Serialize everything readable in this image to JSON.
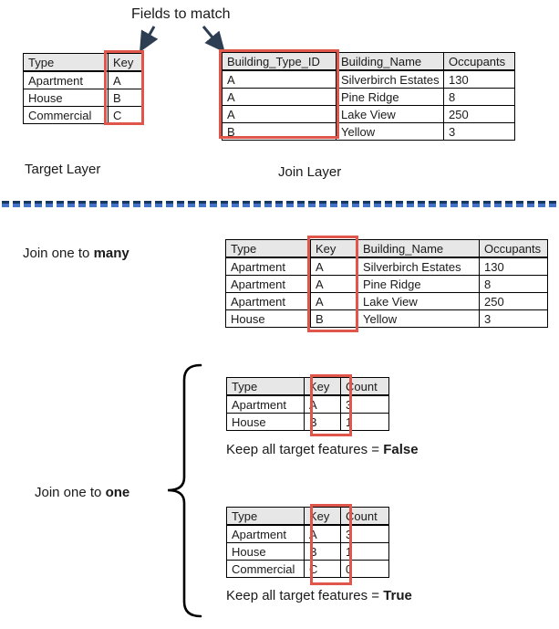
{
  "title": "Fields to match",
  "labels": {
    "target_layer": "Target Layer",
    "join_layer": "Join Layer",
    "join_many_prefix": "Join one to ",
    "join_many_bold": "many",
    "join_one_prefix": "Join one to ",
    "join_one_bold": "one",
    "keep_false_prefix": "Keep all target features = ",
    "keep_false_bold": "False",
    "keep_true_prefix": "Keep all target features = ",
    "keep_true_bold": "True"
  },
  "colors": {
    "highlight_red": "#E0564A",
    "table_header_gray": "#E7E7E7",
    "arrow_navy": "#2E3E52",
    "divider_dark_navy": "#17375E",
    "divider_blue": "#4472C4"
  },
  "icons": {
    "left_arrow": "down-left-arrow-icon",
    "right_arrow": "down-right-arrow-icon",
    "brace": "curly-brace-icon"
  },
  "tables": {
    "target": {
      "headers": [
        "Type",
        "Key"
      ],
      "rows": [
        [
          "Apartment",
          "A"
        ],
        [
          "House",
          "B"
        ],
        [
          "Commercial",
          "C"
        ]
      ]
    },
    "join": {
      "headers": [
        "Building_Type_ID",
        "Building_Name",
        "Occupants"
      ],
      "rows": [
        [
          "A",
          "Silverbirch Estates",
          "130"
        ],
        [
          "A",
          "Pine Ridge",
          "8"
        ],
        [
          "A",
          "Lake View",
          "250"
        ],
        [
          "B",
          "Yellow",
          "3"
        ]
      ]
    },
    "one_to_many": {
      "headers": [
        "Type",
        "Key",
        "Building_Name",
        "Occupants"
      ],
      "rows": [
        [
          "Apartment",
          "A",
          "Silverbirch Estates",
          "130"
        ],
        [
          "Apartment",
          "A",
          "Pine Ridge",
          "8"
        ],
        [
          "Apartment",
          "A",
          "Lake View",
          "250"
        ],
        [
          "House",
          "B",
          "Yellow",
          "3"
        ]
      ]
    },
    "one_to_one_false": {
      "headers": [
        "Type",
        "Key",
        "Count"
      ],
      "rows": [
        [
          "Apartment",
          "A",
          "3"
        ],
        [
          "House",
          "B",
          "1"
        ]
      ]
    },
    "one_to_one_true": {
      "headers": [
        "Type",
        "Key",
        "Count"
      ],
      "rows": [
        [
          "Apartment",
          "A",
          "3"
        ],
        [
          "House",
          "B",
          "1"
        ],
        [
          "Commercial",
          "C",
          "0"
        ]
      ]
    }
  }
}
